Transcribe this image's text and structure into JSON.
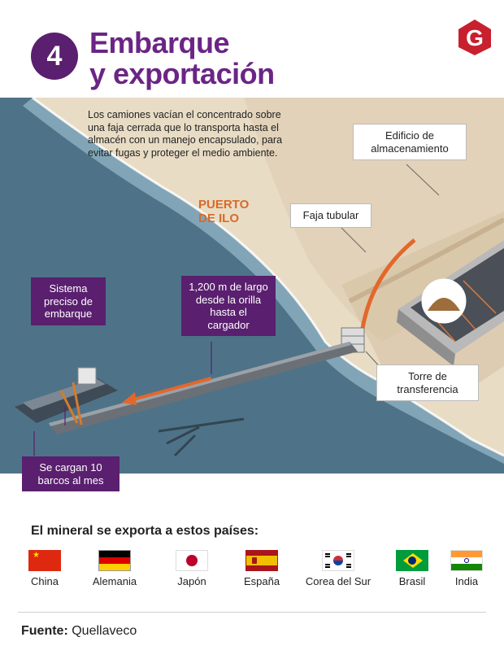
{
  "header": {
    "step_number": "4",
    "title_line1": "Embarque",
    "title_line2": "y exportación",
    "logo_letter": "G"
  },
  "scene": {
    "description": "Los camiones vacían el concentrado sobre una faja cerrada que lo transporta hasta el almacén con un manejo encapsulado, para evitar fugas y proteger el medio ambiente.",
    "port_line1": "PUERTO",
    "port_line2": "DE ILO",
    "callouts": {
      "storage": "Edificio de almacenamiento",
      "tubular": "Faja tubular",
      "system": "Sistema preciso de embarque",
      "length": "1,200 m de largo desde la orilla hasta el cargador",
      "tower": "Torre de transferencia",
      "ships": "Se cargan 10 barcos al mes"
    }
  },
  "countries": {
    "title": "El mineral se exporta a estos países:",
    "items": [
      {
        "name": "China",
        "flag": "china"
      },
      {
        "name": "Alemania",
        "flag": "germany"
      },
      {
        "name": "Japón",
        "flag": "japan"
      },
      {
        "name": "España",
        "flag": "spain"
      },
      {
        "name": "Corea del Sur",
        "flag": "south-korea"
      },
      {
        "name": "Brasil",
        "flag": "brazil"
      },
      {
        "name": "India",
        "flag": "india"
      }
    ]
  },
  "footer": {
    "label": "Fuente:",
    "source": "Quellaveco"
  },
  "colors": {
    "purple_dark": "#5a1f6e",
    "purple_title": "#6b2585",
    "orange": "#d86a2a",
    "sea": "#4e7388",
    "sand": "#e9dcc5",
    "logo_red": "#c8202f"
  }
}
